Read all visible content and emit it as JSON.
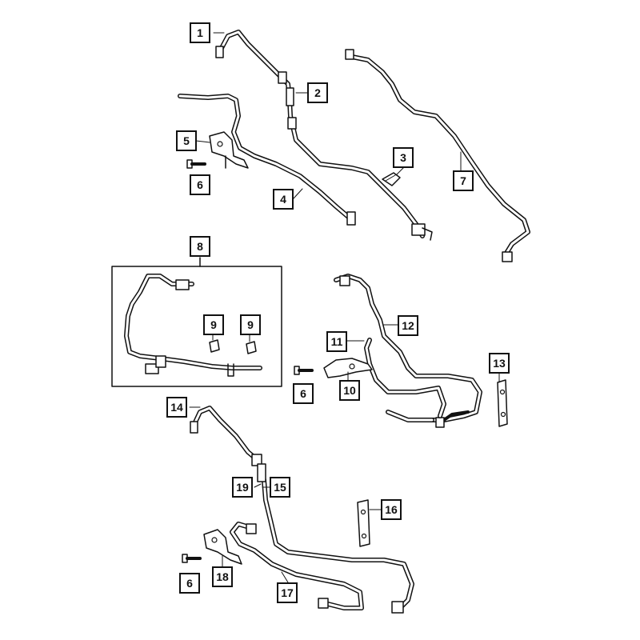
{
  "diagram": {
    "callouts": [
      "1",
      "2",
      "3",
      "4",
      "5",
      "6",
      "7",
      "8",
      "9",
      "9",
      "10",
      "11",
      "12",
      "13",
      "14",
      "15",
      "16",
      "6",
      "17",
      "18",
      "19",
      "6"
    ]
  }
}
